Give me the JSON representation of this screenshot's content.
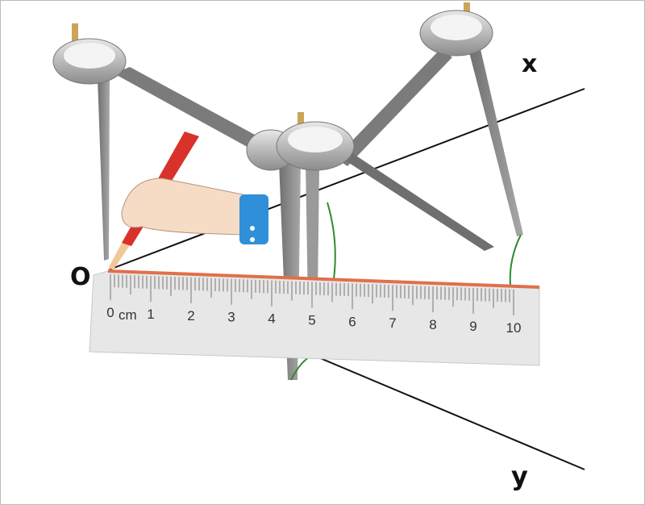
{
  "labels": {
    "origin": "O",
    "ray_x": "x",
    "ray_y": "y"
  },
  "ruler": {
    "numbers": [
      "0",
      "1",
      "2",
      "3",
      "4",
      "5",
      "6",
      "7",
      "8",
      "9",
      "10"
    ],
    "unit": "cm"
  },
  "colors": {
    "ruler_edge": "#e0704a",
    "pencil": "#d8322a",
    "arc": "#2f8a2f",
    "cuff": "#2f8fd8",
    "metal": "#8a8a8a"
  }
}
